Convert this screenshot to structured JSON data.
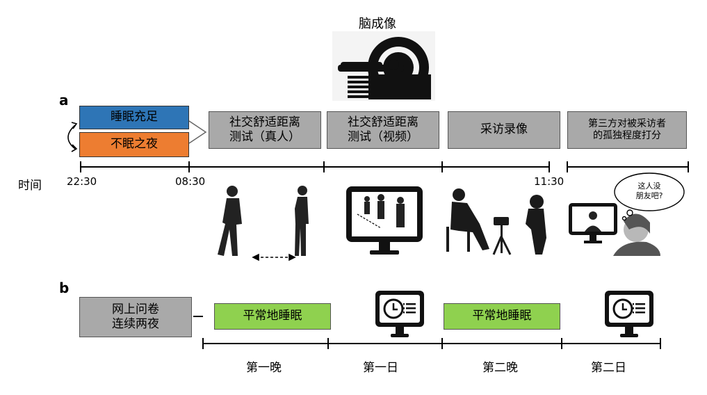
{
  "panel_a": {
    "label": "a",
    "top_title": "脑成像",
    "sleep_normal": "睡眠充足",
    "sleep_deprived": "不眠之夜",
    "step1_line1": "社交舒适距离",
    "step1_line2": "测试（真人）",
    "step2_line1": "社交舒适距离",
    "step2_line2": "测试（视频）",
    "step3": "采访录像",
    "step4_line1": "第三方对被采访者",
    "step4_line2": "的孤独程度打分",
    "time_label": "时间",
    "time1": "22:30",
    "time2": "08:30",
    "time3": "11:30",
    "speech_line1": "这人没",
    "speech_line2": "朋友吧?"
  },
  "panel_b": {
    "label": "b",
    "survey_line1": "网上问卷",
    "survey_line2": "连续两夜",
    "sleep1": "平常地睡眠",
    "sleep2": "平常地睡眠",
    "day_labels": [
      "第一晚",
      "第一日",
      "第二晚",
      "第二日"
    ]
  },
  "colors": {
    "gray_box": "#a9a9a9",
    "green_box": "#8fd14f",
    "blue_box": "#2e75b6",
    "orange_box": "#ed7d31"
  },
  "icons": [
    "mri-scanner-icon",
    "walking-person-icon",
    "standing-person-icon",
    "monitor-walkers-icon",
    "interview-camera-icon",
    "monitor-rater-icon",
    "thought-bubble-icon",
    "clock-monitor-icon"
  ]
}
